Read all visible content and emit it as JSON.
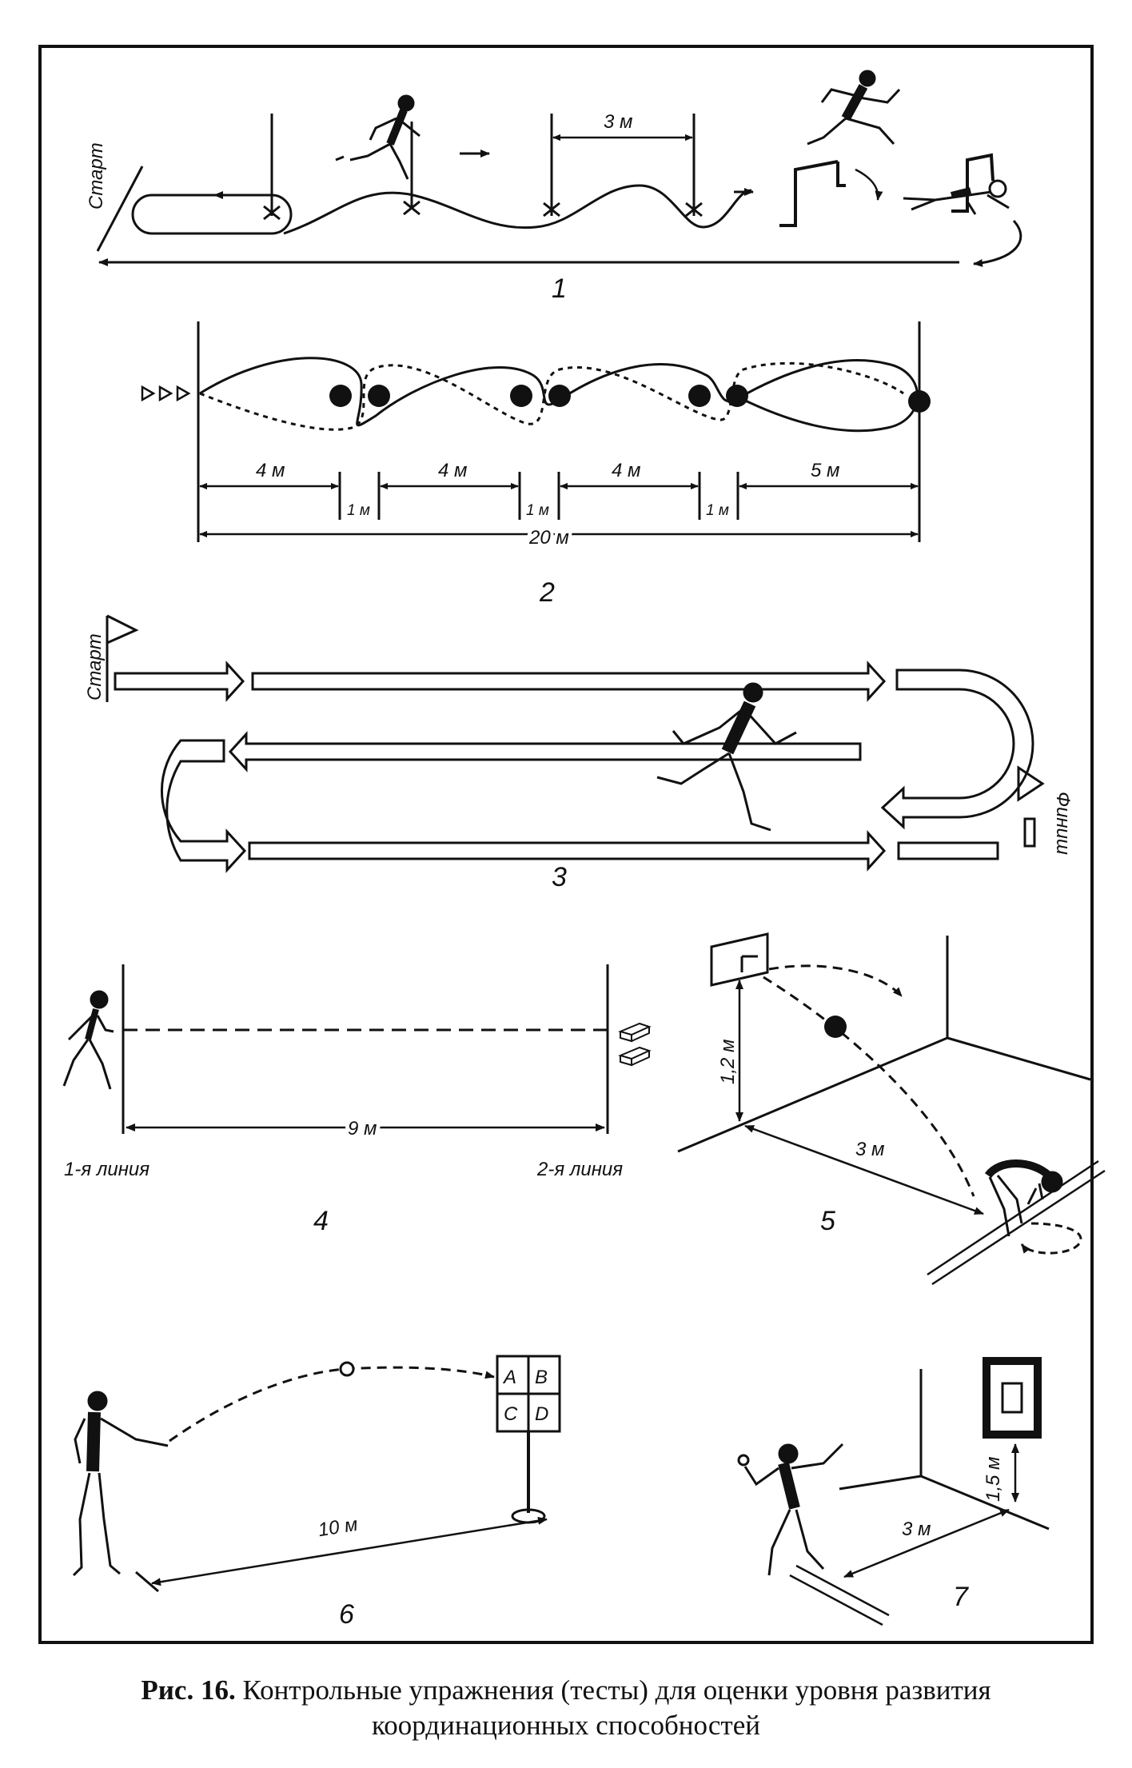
{
  "panel1": {
    "number": "1",
    "start_label": "Старт",
    "gap_label": "3 м"
  },
  "panel2": {
    "number": "2",
    "segments": [
      "4 м",
      "1 м",
      "4 м",
      "1 м",
      "4 м",
      "1 м",
      "5 м"
    ],
    "total": "20 м"
  },
  "panel3": {
    "number": "3",
    "start_label": "Старт",
    "finish_label": "Финиш"
  },
  "panel4": {
    "number": "4",
    "distance": "9 м",
    "line1_label": "1-я линия",
    "line2_label": "2-я линия"
  },
  "panel5": {
    "number": "5",
    "height": "1,2 м",
    "distance": "3 м"
  },
  "panel6": {
    "number": "6",
    "distance": "10 м",
    "target_cells": [
      "A",
      "B",
      "C",
      "D"
    ]
  },
  "panel7": {
    "number": "7",
    "height": "1,5 м",
    "distance": "3 м"
  },
  "caption": {
    "fig_label": "Рис. 16.",
    "text": "Контрольные упражнения (тесты) для оценки уровня развития координационных способностей"
  }
}
